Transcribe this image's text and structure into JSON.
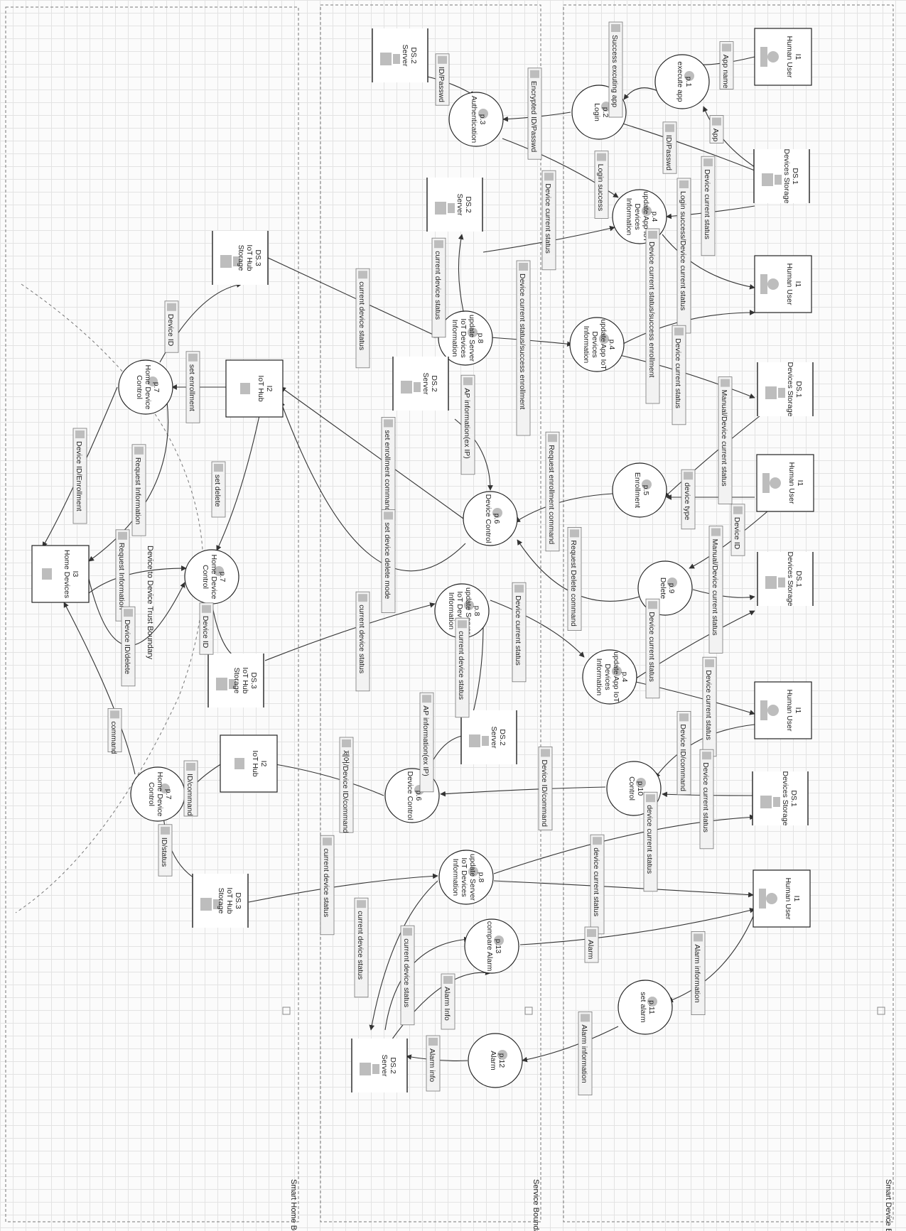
{
  "boundaries": [
    {
      "id": "b1",
      "label": "Smart Device Boundary"
    },
    {
      "id": "b2",
      "label": "Service Boundary"
    },
    {
      "id": "b3",
      "label": "Smart Home Boundary"
    }
  ],
  "trust_boundary": {
    "label": "Device to Device Trust Boundary"
  },
  "nodes": [
    {
      "id": "ext1",
      "kind": "external",
      "icon": "user-icon",
      "l1": "I1",
      "l2": "Human User"
    },
    {
      "id": "ext2",
      "kind": "external",
      "icon": "user-icon",
      "l1": "I1",
      "l2": "Human User"
    },
    {
      "id": "ext3",
      "kind": "external",
      "icon": "user-icon",
      "l1": "I1",
      "l2": "Human User"
    },
    {
      "id": "ext4",
      "kind": "external",
      "icon": "user-icon",
      "l1": "I1",
      "l2": "Human User"
    },
    {
      "id": "ext5",
      "kind": "external",
      "icon": "user-icon",
      "l1": "I1",
      "l2": "Human User"
    },
    {
      "id": "hub1",
      "kind": "external",
      "icon": "hub-icon",
      "l1": "I2",
      "l2": "IoT Hub"
    },
    {
      "id": "hub2",
      "kind": "external",
      "icon": "hub-icon",
      "l1": "I2",
      "l2": "IoT Hub"
    },
    {
      "id": "home",
      "kind": "external",
      "icon": "device-icon",
      "l1": "I3",
      "l2": "Home Devices"
    },
    {
      "id": "p1",
      "kind": "process",
      "l1": "p.1",
      "l2": "execute app"
    },
    {
      "id": "p2",
      "kind": "process",
      "l1": "p.2",
      "l2": "Login"
    },
    {
      "id": "p3",
      "kind": "process",
      "l1": "p.3",
      "l2": "Authentication"
    },
    {
      "id": "p4a",
      "kind": "process",
      "l1": "p.4",
      "l2": "update App IoT",
      "l3": "Devices",
      "l4": "Information"
    },
    {
      "id": "p4b",
      "kind": "process",
      "l1": "p.4",
      "l2": "update App IoT",
      "l3": "Devices",
      "l4": "Information"
    },
    {
      "id": "p4c",
      "kind": "process",
      "l1": "p.4",
      "l2": "update App IoT",
      "l3": "Devices",
      "l4": "Information"
    },
    {
      "id": "p5",
      "kind": "process",
      "l1": "p.5",
      "l2": "Enrollment"
    },
    {
      "id": "p6a",
      "kind": "process",
      "l1": "p.6",
      "l2": "Device Control"
    },
    {
      "id": "p6b",
      "kind": "process",
      "l1": "p.6",
      "l2": "Device Control"
    },
    {
      "id": "p7a",
      "kind": "process",
      "l1": "p.7",
      "l2": "Home Device",
      "l3": "Control"
    },
    {
      "id": "p7b",
      "kind": "process",
      "l1": "p.7",
      "l2": "Home Device",
      "l3": "Control"
    },
    {
      "id": "p7c",
      "kind": "process",
      "l1": "p.7",
      "l2": "Home Device",
      "l3": "Control"
    },
    {
      "id": "p8a",
      "kind": "process",
      "l1": "p.8",
      "l2": "update Server",
      "l3": "IoT Devices",
      "l4": "Information"
    },
    {
      "id": "p8b",
      "kind": "process",
      "l1": "p.8",
      "l2": "update Server",
      "l3": "IoT Devices",
      "l4": "Information"
    },
    {
      "id": "p8c",
      "kind": "process",
      "l1": "p.8",
      "l2": "update Server",
      "l3": "IoT Devices",
      "l4": "Information"
    },
    {
      "id": "p9",
      "kind": "process",
      "l1": "p.9",
      "l2": "Delete"
    },
    {
      "id": "p10",
      "kind": "process",
      "l1": "p.10",
      "l2": "Control"
    },
    {
      "id": "p11",
      "kind": "process",
      "l1": "p.11",
      "l2": "set alarm"
    },
    {
      "id": "p12",
      "kind": "process",
      "l1": "p.12",
      "l2": "Alarm"
    },
    {
      "id": "p13",
      "kind": "process",
      "l1": "p.13",
      "l2": "compare Alarm"
    },
    {
      "id": "ds1a",
      "kind": "store",
      "l1": "DS.1",
      "l2": "Devices Storage"
    },
    {
      "id": "ds1b",
      "kind": "store",
      "l1": "DS.1",
      "l2": "Devices Storage"
    },
    {
      "id": "ds1c",
      "kind": "store",
      "l1": "DS.1",
      "l2": "Devices Storage"
    },
    {
      "id": "ds1d",
      "kind": "store",
      "l1": "DS.1",
      "l2": "Devices Storage"
    },
    {
      "id": "ds2a",
      "kind": "store",
      "l1": "DS.2",
      "l2": "Server"
    },
    {
      "id": "ds2b",
      "kind": "store",
      "l1": "DS.2",
      "l2": "Server"
    },
    {
      "id": "ds2c",
      "kind": "store",
      "l1": "DS.2",
      "l2": "Server"
    },
    {
      "id": "ds2d",
      "kind": "store",
      "l1": "DS.2",
      "l2": "Server"
    },
    {
      "id": "ds2e",
      "kind": "store",
      "l1": "DS.2",
      "l2": "Server"
    },
    {
      "id": "ds3a",
      "kind": "store",
      "l1": "DS.3",
      "l2": "IoT Hub",
      "l3": "Storage"
    },
    {
      "id": "ds3b",
      "kind": "store",
      "l1": "DS.3",
      "l2": "IoT Hub",
      "l3": "Storage"
    },
    {
      "id": "ds3c",
      "kind": "store",
      "l1": "DS.3",
      "l2": "IoT Hub",
      "l3": "Storage"
    }
  ],
  "flows": [
    {
      "id": "f1",
      "label": "App name"
    },
    {
      "id": "f2",
      "label": "App"
    },
    {
      "id": "f3",
      "label": "Success excuting app"
    },
    {
      "id": "f4",
      "label": "ID/Passwd"
    },
    {
      "id": "f5",
      "label": "Encrypted ID/Passwd"
    },
    {
      "id": "f6",
      "label": "ID/Passwd"
    },
    {
      "id": "f7",
      "label": "Login success"
    },
    {
      "id": "f8",
      "label": "Device current status"
    },
    {
      "id": "f9",
      "label": "Device current status"
    },
    {
      "id": "f10",
      "label": "Login success/Device current status"
    },
    {
      "id": "f11",
      "label": "current device status"
    },
    {
      "id": "f12",
      "label": "current device status"
    },
    {
      "id": "f13",
      "label": "Device current status/success enrollment"
    },
    {
      "id": "f14",
      "label": "Device current status/success enrollment"
    },
    {
      "id": "f15",
      "label": "Device current status"
    },
    {
      "id": "f16",
      "label": "Manual/Device current status"
    },
    {
      "id": "f17",
      "label": "device type"
    },
    {
      "id": "f18",
      "label": "Request enrollment command"
    },
    {
      "id": "f19",
      "label": "AP information(ex IP)"
    },
    {
      "id": "f20",
      "label": "set enrollment command"
    },
    {
      "id": "f21",
      "label": "set enrollment"
    },
    {
      "id": "f22",
      "label": "Device ID"
    },
    {
      "id": "f23",
      "label": "Device ID/Enrollment"
    },
    {
      "id": "f24",
      "label": "Request Information"
    },
    {
      "id": "f25",
      "label": "Request Information"
    },
    {
      "id": "f26",
      "label": "set delete"
    },
    {
      "id": "f27",
      "label": "set device delete mode"
    },
    {
      "id": "f28",
      "label": "Device ID"
    },
    {
      "id": "f29",
      "label": "Request Delete command"
    },
    {
      "id": "f30",
      "label": "Manual/Device current status"
    },
    {
      "id": "f31",
      "label": "Device ID"
    },
    {
      "id": "f32",
      "label": "Device ID/delete"
    },
    {
      "id": "f33",
      "label": "current device status"
    },
    {
      "id": "f34",
      "label": "current device status"
    },
    {
      "id": "f35",
      "label": "Device current status"
    },
    {
      "id": "f36",
      "label": "Device current status"
    },
    {
      "id": "f37",
      "label": "Device current status"
    },
    {
      "id": "f38",
      "label": "Device ID/command"
    },
    {
      "id": "f39",
      "label": "Device current status"
    },
    {
      "id": "f40",
      "label": "Device ID/command"
    },
    {
      "id": "f41",
      "label": "AP information(ex IP)"
    },
    {
      "id": "f42",
      "label": "제어/Device ID/command"
    },
    {
      "id": "f43",
      "label": "ID/command"
    },
    {
      "id": "f44",
      "label": "command"
    },
    {
      "id": "f45",
      "label": "ID/status"
    },
    {
      "id": "f46",
      "label": "current device status"
    },
    {
      "id": "f47",
      "label": "device current status"
    },
    {
      "id": "f48",
      "label": "device current status"
    },
    {
      "id": "f49",
      "label": "current device status"
    },
    {
      "id": "f50",
      "label": "current device status"
    },
    {
      "id": "f51",
      "label": "Alarm"
    },
    {
      "id": "f52",
      "label": "Alarm information"
    },
    {
      "id": "f53",
      "label": "Alarm information"
    },
    {
      "id": "f54",
      "label": "Alarm info"
    },
    {
      "id": "f55",
      "label": "Alarm Info"
    }
  ]
}
